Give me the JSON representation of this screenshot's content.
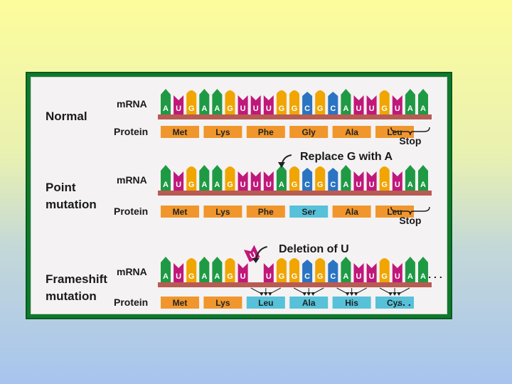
{
  "colors": {
    "A": "#1f9a44",
    "U": "#c0187a",
    "G": "#f0a500",
    "C": "#2a74c2",
    "strand": "#b85b52",
    "protein_orange": "#f0962d",
    "protein_cyan": "#56c1d9",
    "panel_border": "#0e7a2c",
    "panel_bg": "#f4f2f2"
  },
  "sections": [
    {
      "title_lines": [
        "Normal"
      ],
      "mrna_label": "mRNA",
      "protein_label": "Protein",
      "bases": [
        "A",
        "U",
        "G",
        "A",
        "A",
        "G",
        "U",
        "U",
        "U",
        "G",
        "G",
        "C",
        "G",
        "C",
        "A",
        "U",
        "U",
        "G",
        "U",
        "A",
        "A"
      ],
      "amino_acids": [
        {
          "name": "Met",
          "color": "orange"
        },
        {
          "name": "Lys",
          "color": "orange"
        },
        {
          "name": "Phe",
          "color": "orange"
        },
        {
          "name": "Gly",
          "color": "orange"
        },
        {
          "name": "Ala",
          "color": "orange"
        },
        {
          "name": "Leu",
          "color": "orange"
        }
      ],
      "stop_label": "Stop"
    },
    {
      "title_lines": [
        "Point",
        "mutation"
      ],
      "mrna_label": "mRNA",
      "protein_label": "Protein",
      "bases": [
        "A",
        "U",
        "G",
        "A",
        "A",
        "G",
        "U",
        "U",
        "U",
        "A",
        "G",
        "C",
        "G",
        "C",
        "A",
        "U",
        "U",
        "G",
        "U",
        "A",
        "A"
      ],
      "amino_acids": [
        {
          "name": "Met",
          "color": "orange"
        },
        {
          "name": "Lys",
          "color": "orange"
        },
        {
          "name": "Phe",
          "color": "orange"
        },
        {
          "name": "Ser",
          "color": "cyan"
        },
        {
          "name": "Ala",
          "color": "orange"
        },
        {
          "name": "Leu",
          "color": "orange"
        }
      ],
      "stop_label": "Stop",
      "annotation": "Replace G with A"
    },
    {
      "title_lines": [
        "Frameshift",
        "mutation"
      ],
      "mrna_label": "mRNA",
      "protein_label": "Protein",
      "bases": [
        "A",
        "U",
        "G",
        "A",
        "A",
        "G",
        "U",
        "U",
        "G",
        "G",
        "C",
        "G",
        "C",
        "A",
        "U",
        "U",
        "G",
        "U",
        "A",
        "A"
      ],
      "amino_acids": [
        {
          "name": "Met",
          "color": "orange"
        },
        {
          "name": "Lys",
          "color": "orange"
        },
        {
          "name": "Leu",
          "color": "cyan"
        },
        {
          "name": "Ala",
          "color": "cyan"
        },
        {
          "name": "His",
          "color": "cyan"
        },
        {
          "name": "Cys",
          "color": "cyan"
        }
      ],
      "deleted_base": "U",
      "annotation": "Deletion of U",
      "mrna_ellipsis": ". . .",
      "protein_ellipsis": ". . ."
    }
  ]
}
